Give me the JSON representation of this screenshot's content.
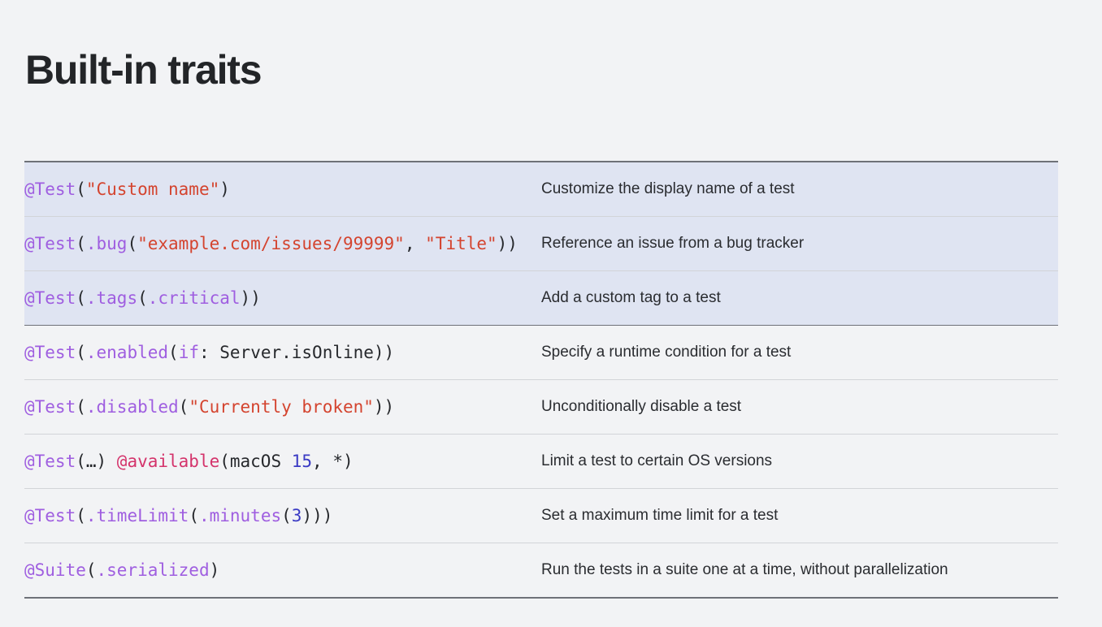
{
  "page": {
    "title": "Built-in traits",
    "background_color": "#f2f3f5",
    "title_color": "#232528"
  },
  "colors": {
    "highlight_row": "#dfe4f2",
    "rule_strong": "#6e7178",
    "rule_light": "#d2d4d8",
    "token_attribute": "#9f5ee0",
    "token_string": "#d4442f",
    "token_number": "#3a3ac4",
    "token_available": "#d4336b",
    "token_plain": "#26282c"
  },
  "table": {
    "rows": [
      {
        "highlighted": true,
        "code_tokens": [
          {
            "text": "@Test",
            "kind": "attr"
          },
          {
            "text": "(",
            "kind": "plain"
          },
          {
            "text": "\"Custom name\"",
            "kind": "string"
          },
          {
            "text": ")",
            "kind": "plain"
          }
        ],
        "code_plain": "@Test(\"Custom name\")",
        "description": "Customize the display name of a test"
      },
      {
        "highlighted": true,
        "code_tokens": [
          {
            "text": "@Test",
            "kind": "attr"
          },
          {
            "text": "(",
            "kind": "plain"
          },
          {
            "text": ".bug",
            "kind": "member"
          },
          {
            "text": "(",
            "kind": "plain"
          },
          {
            "text": "\"example.com/issues/99999\"",
            "kind": "string"
          },
          {
            "text": ", ",
            "kind": "plain"
          },
          {
            "text": "\"Title\"",
            "kind": "string"
          },
          {
            "text": "))",
            "kind": "plain"
          }
        ],
        "code_plain": "@Test(.bug(\"example.com/issues/99999\", \"Title\"))",
        "description": "Reference an issue from a bug tracker"
      },
      {
        "highlighted": true,
        "code_tokens": [
          {
            "text": "@Test",
            "kind": "attr"
          },
          {
            "text": "(",
            "kind": "plain"
          },
          {
            "text": ".tags",
            "kind": "member"
          },
          {
            "text": "(",
            "kind": "plain"
          },
          {
            "text": ".critical",
            "kind": "member"
          },
          {
            "text": "))",
            "kind": "plain"
          }
        ],
        "code_plain": "@Test(.tags(.critical))",
        "description": "Add a custom tag to a test"
      },
      {
        "highlighted": false,
        "code_tokens": [
          {
            "text": "@Test",
            "kind": "attr"
          },
          {
            "text": "(",
            "kind": "plain"
          },
          {
            "text": ".enabled",
            "kind": "member"
          },
          {
            "text": "(",
            "kind": "plain"
          },
          {
            "text": "if",
            "kind": "keyword"
          },
          {
            "text": ": Server.isOnline))",
            "kind": "plain"
          }
        ],
        "code_plain": "@Test(.enabled(if: Server.isOnline))",
        "description": "Specify a runtime condition for a test"
      },
      {
        "highlighted": false,
        "code_tokens": [
          {
            "text": "@Test",
            "kind": "attr"
          },
          {
            "text": "(",
            "kind": "plain"
          },
          {
            "text": ".disabled",
            "kind": "member"
          },
          {
            "text": "(",
            "kind": "plain"
          },
          {
            "text": "\"Currently broken\"",
            "kind": "string"
          },
          {
            "text": "))",
            "kind": "plain"
          }
        ],
        "code_plain": "@Test(.disabled(\"Currently broken\"))",
        "description": "Unconditionally disable a test"
      },
      {
        "highlighted": false,
        "code_tokens": [
          {
            "text": "@Test",
            "kind": "attr"
          },
          {
            "text": "(…) ",
            "kind": "plain"
          },
          {
            "text": "@available",
            "kind": "avail"
          },
          {
            "text": "(macOS ",
            "kind": "plain"
          },
          {
            "text": "15",
            "kind": "number"
          },
          {
            "text": ", *)",
            "kind": "plain"
          }
        ],
        "code_plain": "@Test(…) @available(macOS 15, *)",
        "description": "Limit a test to certain OS versions"
      },
      {
        "highlighted": false,
        "code_tokens": [
          {
            "text": "@Test",
            "kind": "attr"
          },
          {
            "text": "(",
            "kind": "plain"
          },
          {
            "text": ".timeLimit",
            "kind": "member"
          },
          {
            "text": "(",
            "kind": "plain"
          },
          {
            "text": ".minutes",
            "kind": "member"
          },
          {
            "text": "(",
            "kind": "plain"
          },
          {
            "text": "3",
            "kind": "number"
          },
          {
            "text": ")))",
            "kind": "plain"
          }
        ],
        "code_plain": "@Test(.timeLimit(.minutes(3)))",
        "description": "Set a maximum time limit for a test"
      },
      {
        "highlighted": false,
        "code_tokens": [
          {
            "text": "@Suite",
            "kind": "attr"
          },
          {
            "text": "(",
            "kind": "plain"
          },
          {
            "text": ".serialized",
            "kind": "member"
          },
          {
            "text": ")",
            "kind": "plain"
          }
        ],
        "code_plain": "@Suite(.serialized)",
        "description": "Run the tests in a suite one at a time, without parallelization"
      }
    ]
  }
}
